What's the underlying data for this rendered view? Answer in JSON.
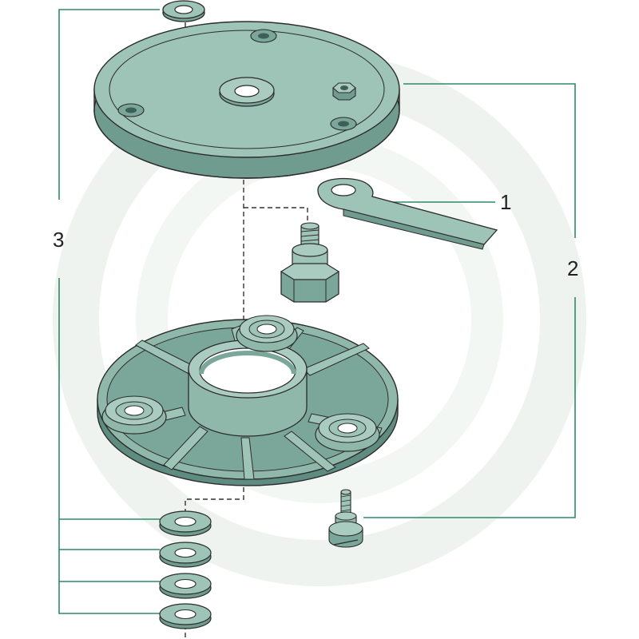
{
  "callouts": {
    "part_1": "1",
    "part_2": "2",
    "part_3": "3"
  },
  "colors": {
    "part_fill": "#9ec3b7",
    "part_dark": "#7aa79a",
    "part_shadow": "#5f8c80",
    "outline": "#2b2b2b",
    "leader": "#2f8a6b",
    "watermark": "#eef3ef"
  },
  "parts": {
    "top_plate": "circular-cover-plate",
    "base_plate": "ribbed-rotor-disc",
    "blade": "flail-blade",
    "nut": "hex-bolt-spacer",
    "screw": "blade-screw",
    "washers": 5
  }
}
